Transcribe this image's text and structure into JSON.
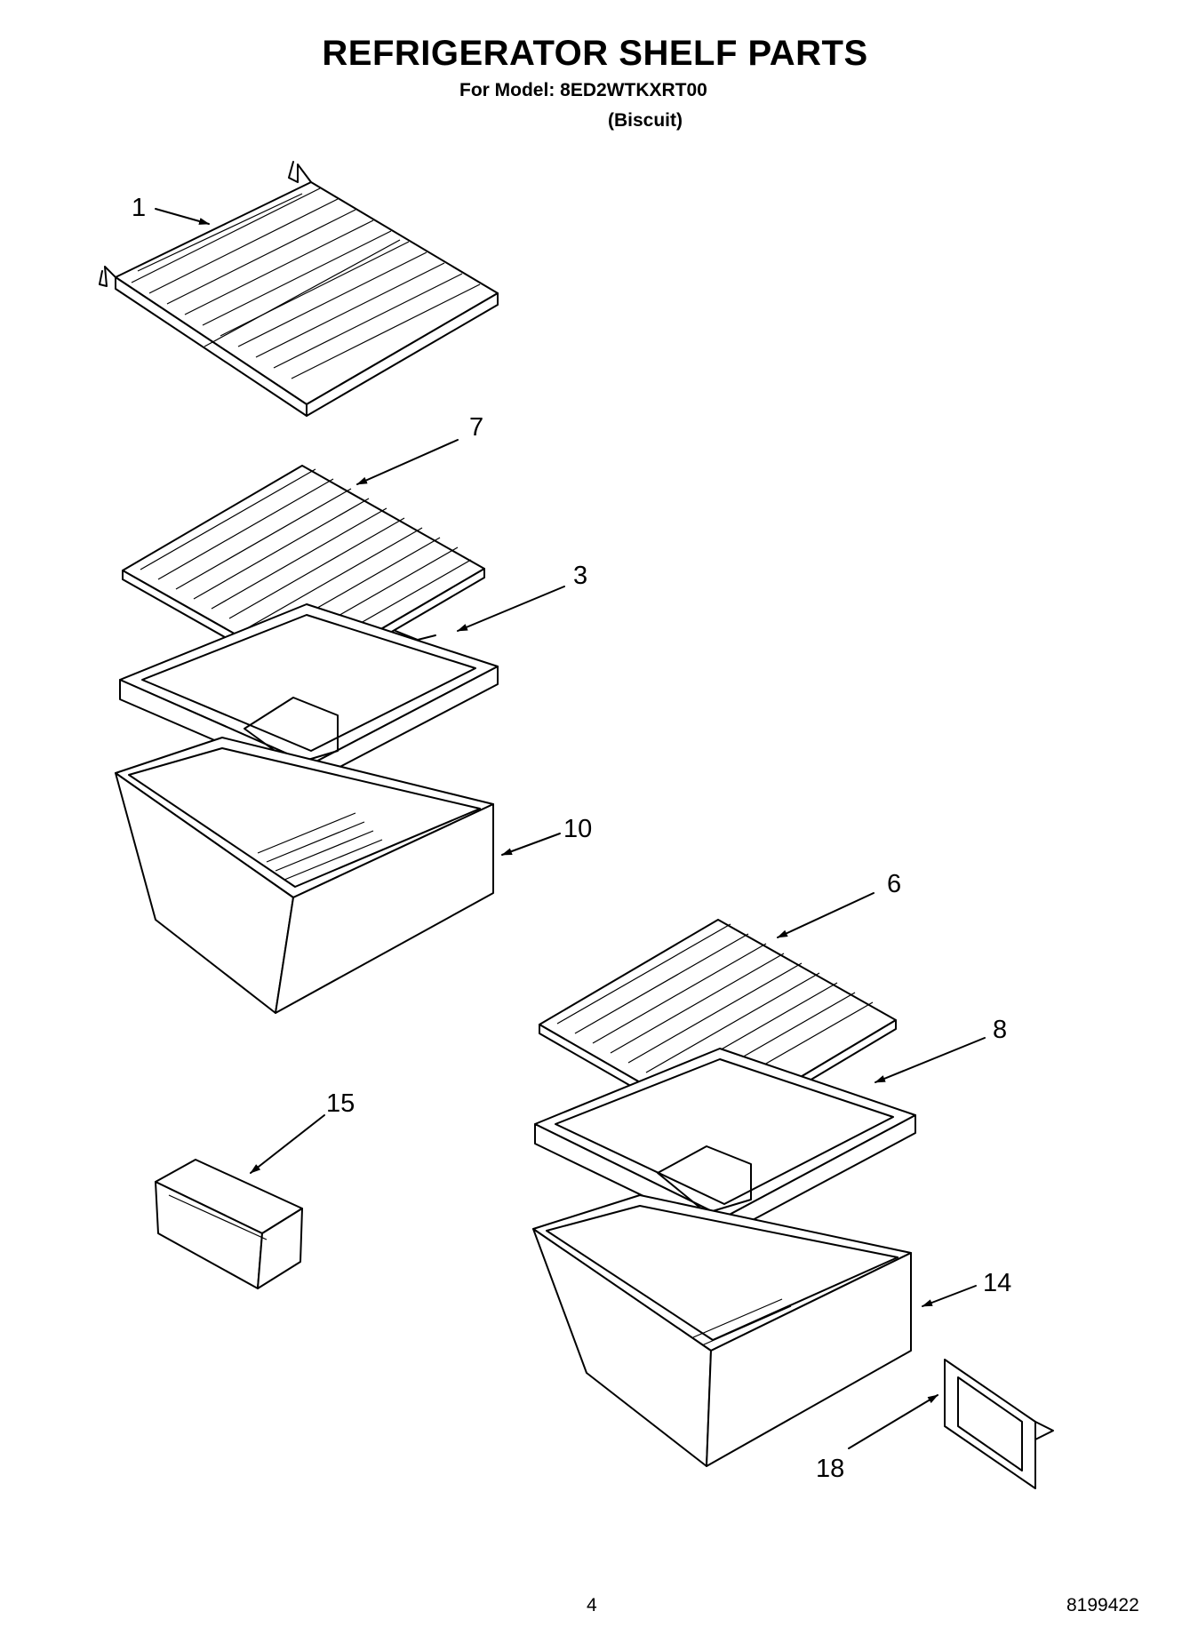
{
  "header": {
    "title": "REFRIGERATOR SHELF PARTS",
    "model_line": "For Model: 8ED2WTKXRT00",
    "color_line": "(Biscuit)"
  },
  "callouts": {
    "c1": "1",
    "c7": "7",
    "c3": "3",
    "c10": "10",
    "c6": "6",
    "c8": "8",
    "c15": "15",
    "c14": "14",
    "c18": "18"
  },
  "footer": {
    "page_number": "4",
    "doc_number": "8199422"
  }
}
